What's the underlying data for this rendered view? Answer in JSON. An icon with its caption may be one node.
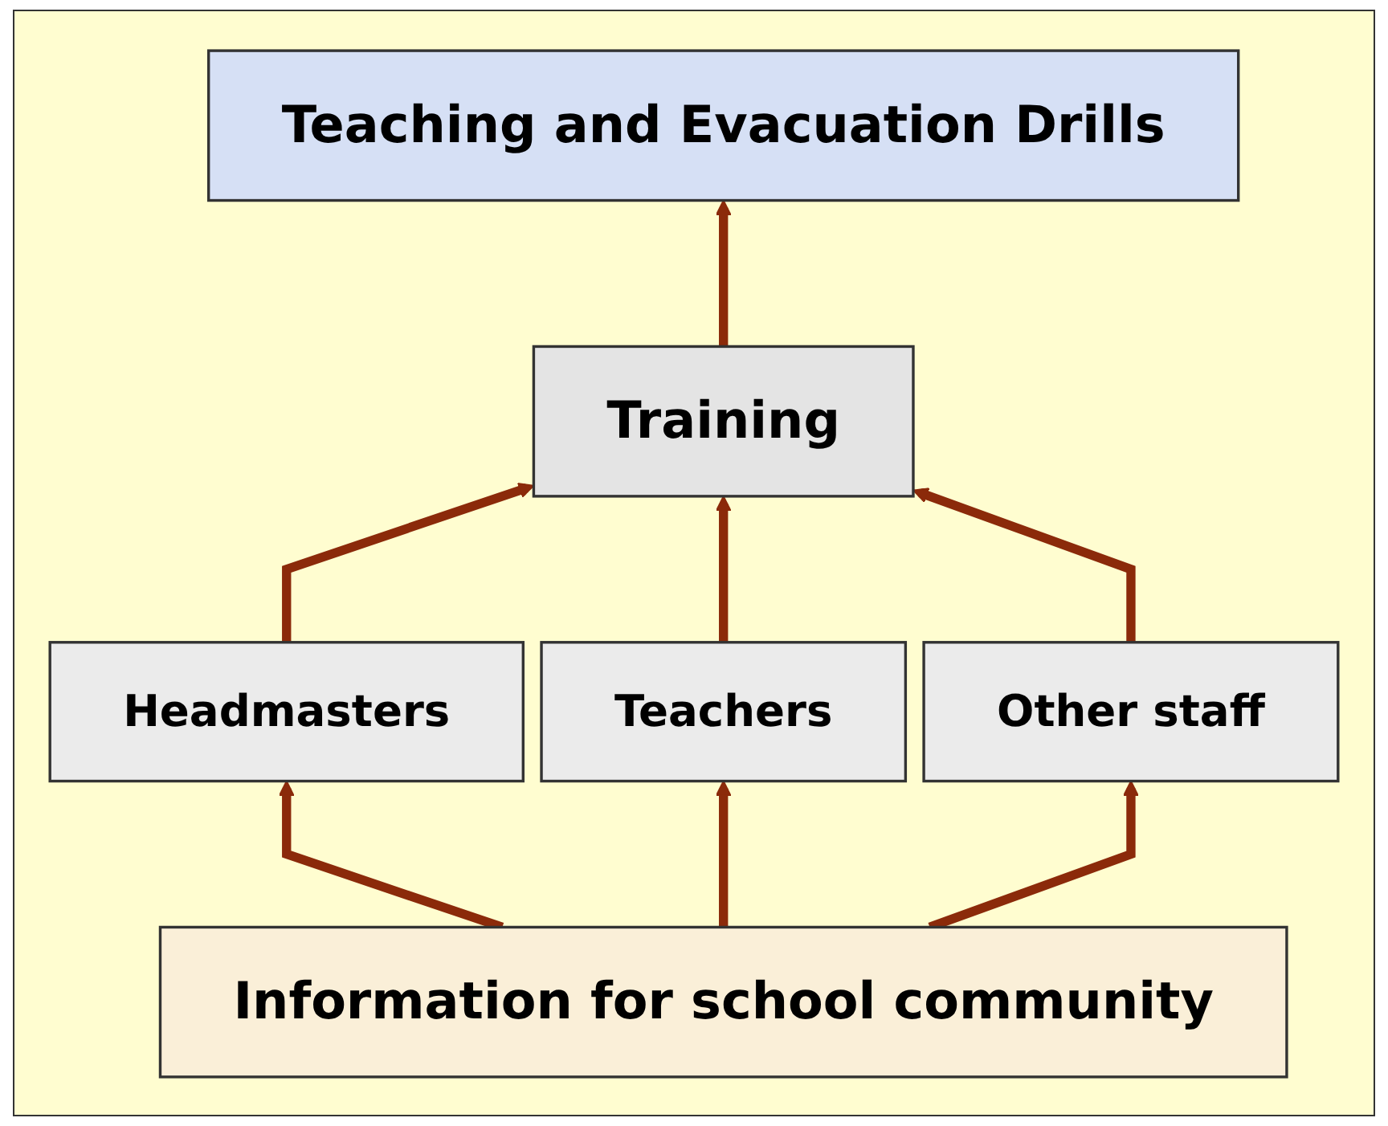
{
  "diagram": {
    "nodes": [
      {
        "text": [
          "Teaching and Evacuation Drills"
        ]
      },
      {
        "text": [
          "Training"
        ]
      },
      {
        "text": [
          "Headmasters"
        ]
      },
      {
        "text": [
          "Teachers"
        ]
      },
      {
        "text": [
          "Other staff"
        ]
      },
      {
        "text": [
          "Information for school community"
        ]
      }
    ],
    "edges": [
      {
        "from": 1,
        "to": 0,
        "arrow": "to"
      },
      {
        "from": 2,
        "to": 1,
        "arrow": "to"
      },
      {
        "from": 3,
        "to": 1,
        "arrow": "to"
      },
      {
        "from": 4,
        "to": 1,
        "arrow": "to"
      },
      {
        "from": 5,
        "to": 2,
        "arrow": "to"
      },
      {
        "from": 5,
        "to": 3,
        "arrow": "to"
      },
      {
        "from": 5,
        "to": 4,
        "arrow": "to"
      }
    ]
  }
}
